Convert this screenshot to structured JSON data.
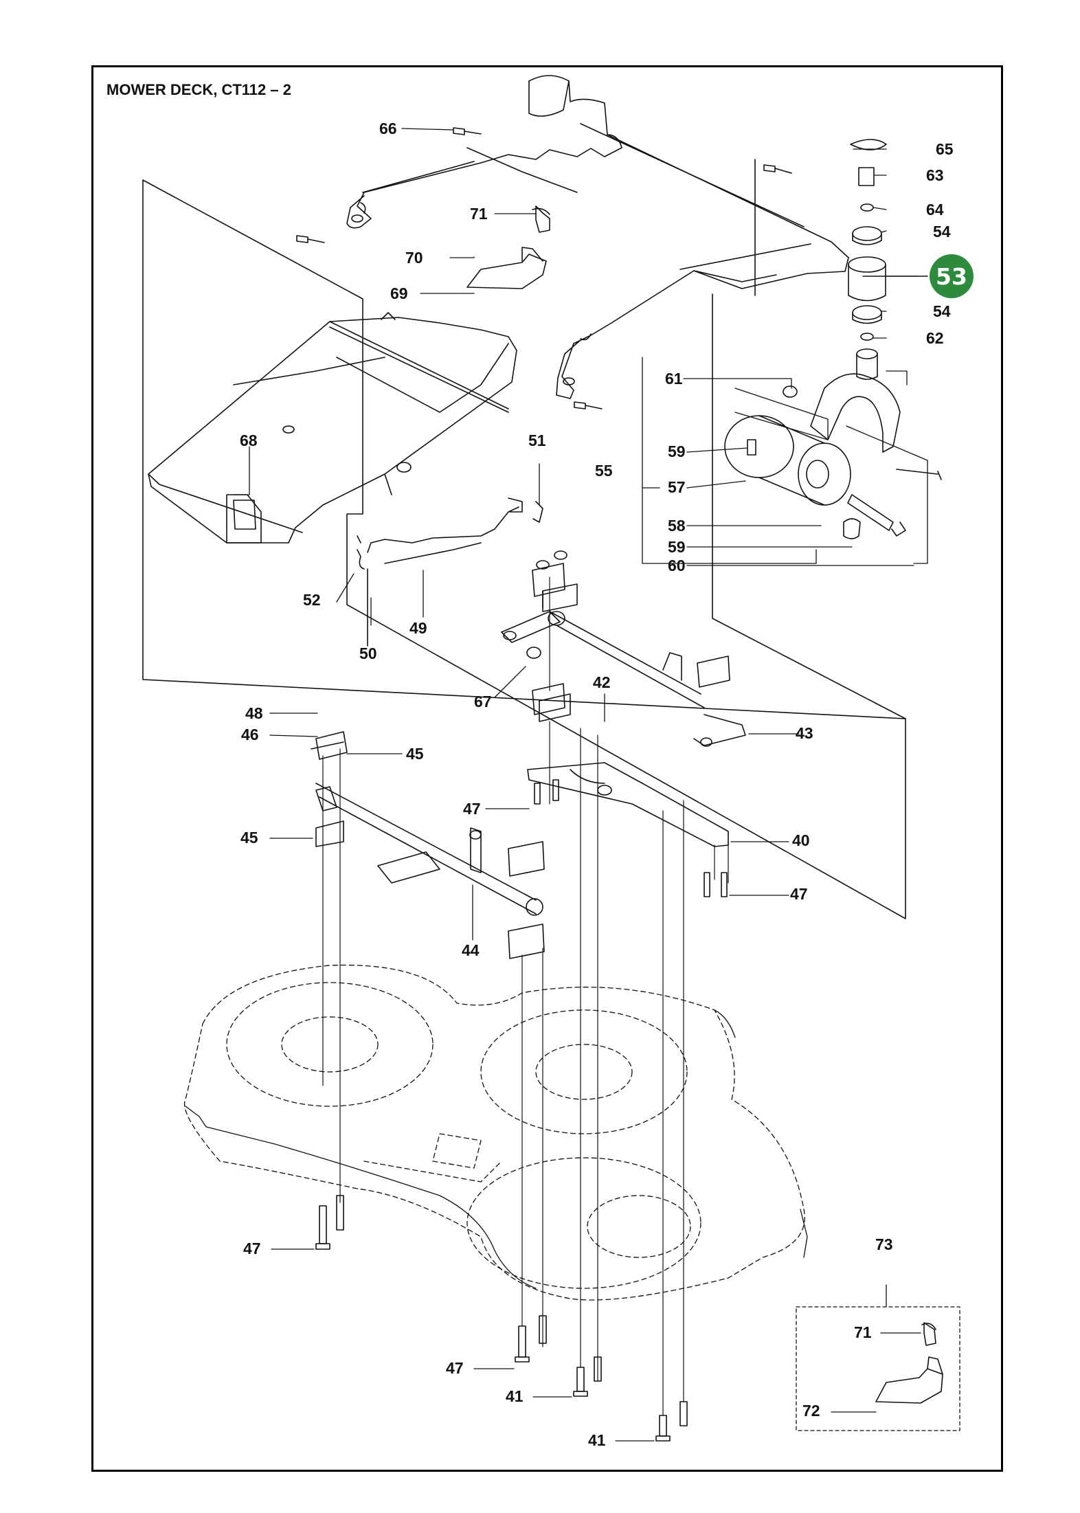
{
  "title": "MOWER DECK, CT112 – 2",
  "highlight": {
    "label": "53",
    "color": "#2e8b3e"
  },
  "labels": {
    "l66": "66",
    "l71a": "71",
    "l70": "70",
    "l69": "69",
    "l68": "68",
    "l65": "65",
    "l63": "63",
    "l64": "64",
    "l54a": "54",
    "l54b": "54",
    "l62": "62",
    "l61": "61",
    "l59a": "59",
    "l55": "55",
    "l57": "57",
    "l58": "58",
    "l59b": "59",
    "l60": "60",
    "l51": "51",
    "l52": "52",
    "l49": "49",
    "l50": "50",
    "l67": "67",
    "l48": "48",
    "l46": "46",
    "l45a": "45",
    "l42": "42",
    "l43": "43",
    "l47a": "47",
    "l45b": "45",
    "l40": "40",
    "l47b": "47",
    "l44": "44",
    "l47c": "47",
    "l73": "73",
    "l71b": "71",
    "l72": "72",
    "l47d": "47",
    "l41a": "41",
    "l41b": "41"
  }
}
